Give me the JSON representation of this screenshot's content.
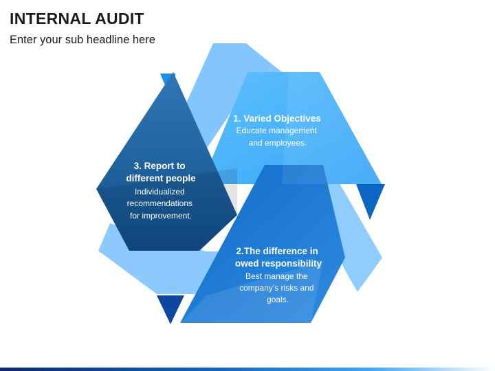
{
  "header": {
    "title": "INTERNAL AUDIT",
    "subtitle": "Enter your sub headline here"
  },
  "segments": [
    {
      "heading_lines": [
        "1. Varied Objectives"
      ],
      "body_lines": [
        "Educate management",
        "and employees."
      ]
    },
    {
      "heading_lines": [
        "2.The difference in",
        "owed responsibility"
      ],
      "body_lines": [
        "Best manage the",
        "company’s risks and",
        "goals."
      ]
    },
    {
      "heading_lines": [
        "3. Report to",
        "different people"
      ],
      "body_lines": [
        "Individualized",
        "recommendations",
        "for improvement."
      ]
    }
  ],
  "colors": {
    "segment_1": "#42b0ff",
    "segment_2": "#1976d2",
    "segment_3": "#1f5f99",
    "band_light": "#90caf9",
    "band_dark": "#0d47a1"
  }
}
